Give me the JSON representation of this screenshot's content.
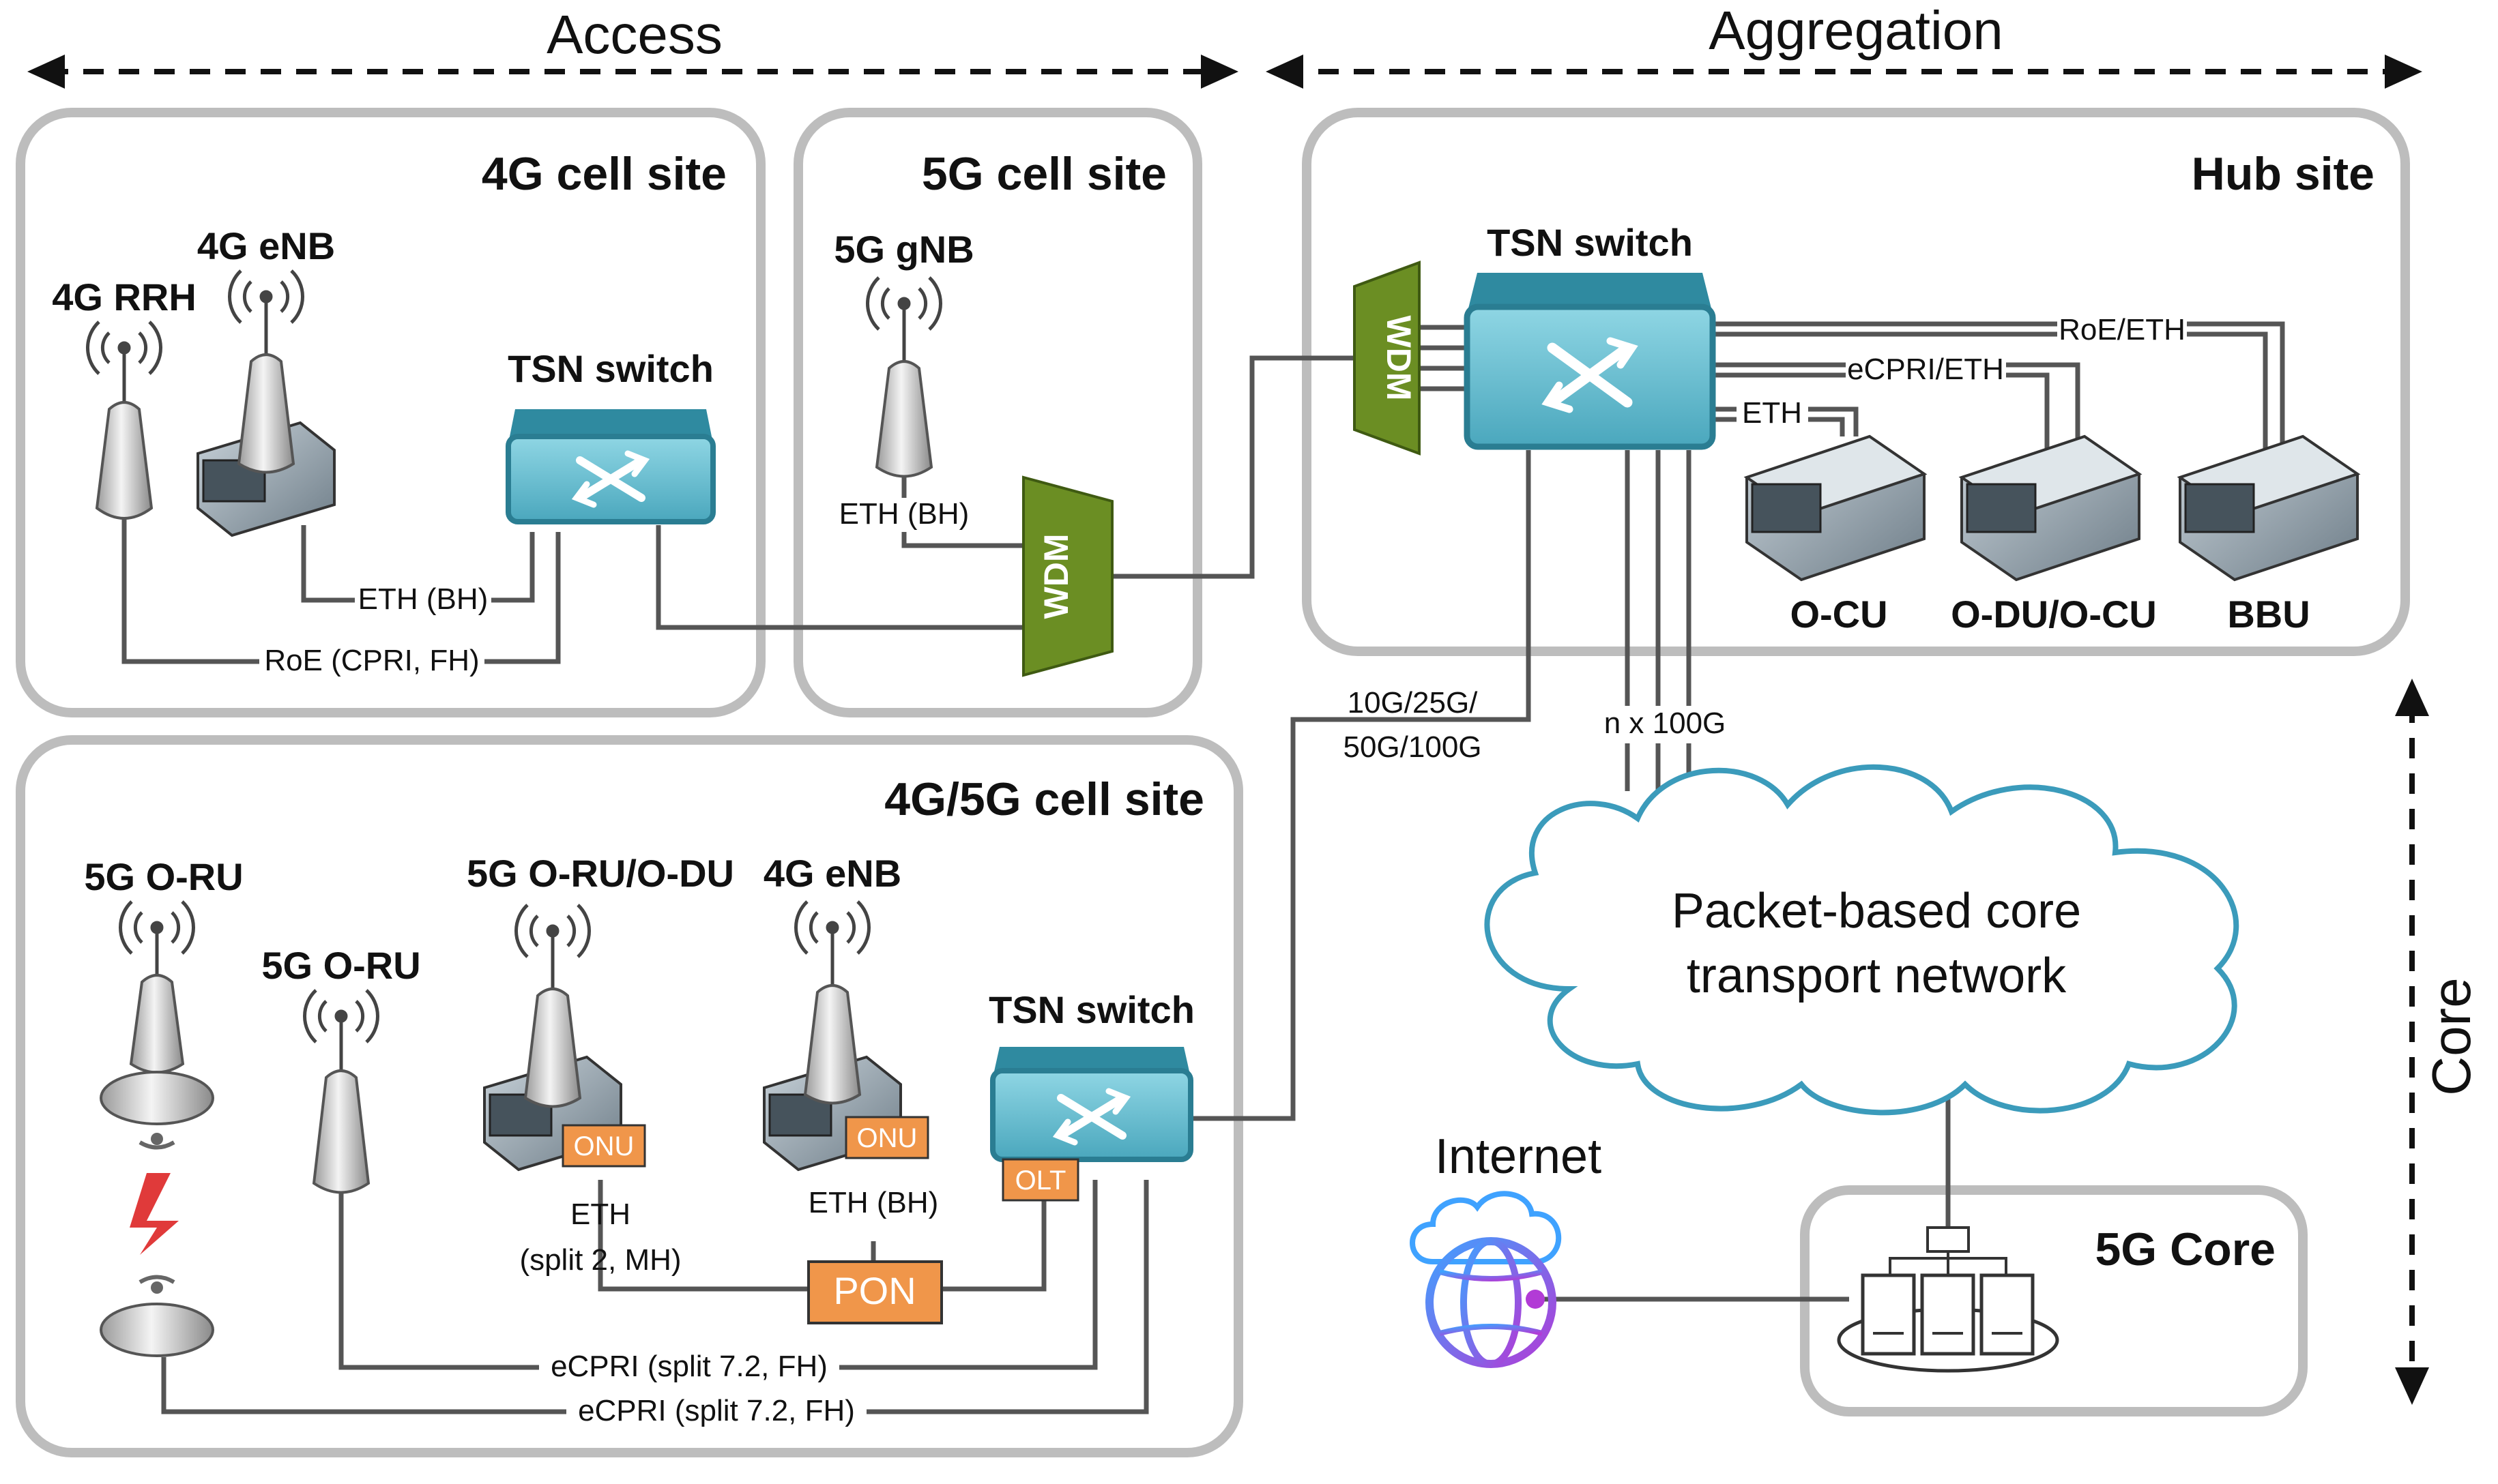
{
  "header": {
    "access": "Access",
    "aggregation": "Aggregation",
    "core": "Core"
  },
  "sites": {
    "cell4g": {
      "title": "4G cell site",
      "rrh": "4G RRH",
      "enb": "4G eNB",
      "switch": "TSN switch",
      "eth_bh": "ETH (BH)",
      "roe": "RoE (CPRI, FH)"
    },
    "cell5g": {
      "title": "5G cell site",
      "gnb": "5G gNB",
      "eth_bh": "ETH (BH)",
      "wdm": "WDM"
    },
    "hub": {
      "title": "Hub site",
      "switch": "TSN switch",
      "wdm": "WDM",
      "roe_eth": "RoE/ETH",
      "ecpri_eth": "eCPRI/ETH",
      "eth": "ETH",
      "ocu": "O-CU",
      "odu_ocu": "O-DU/O-CU",
      "bbu": "BBU"
    },
    "cell45g": {
      "title": "4G/5G cell site",
      "oru1": "5G O-RU",
      "oru2": "5G O-RU",
      "oru_odu": "5G O-RU/O-DU",
      "enb": "4G eNB",
      "switch": "TSN switch",
      "onu1": "ONU",
      "onu2": "ONU",
      "olt": "OLT",
      "pon": "PON",
      "eth_split_a": "ETH",
      "eth_split_b": "(split 2, MH)",
      "eth_bh": "ETH (BH)",
      "ecpri1": "eCPRI (split 7.2, FH)",
      "ecpri2": "eCPRI (split 7.2, FH)"
    },
    "core5g": {
      "title": "5G Core"
    }
  },
  "links": {
    "rate_a": "10G/25G/",
    "rate_b": "50G/100G",
    "nx100": "n x 100G"
  },
  "cloud": {
    "line1": "Packet-based core",
    "line2": "transport network"
  },
  "internet": "Internet",
  "colors": {
    "frame": "#bdbdbd",
    "switch": "#5ab4c8",
    "wdm": "#6b8e23",
    "tag": "#f0964a",
    "line": "#555555"
  }
}
